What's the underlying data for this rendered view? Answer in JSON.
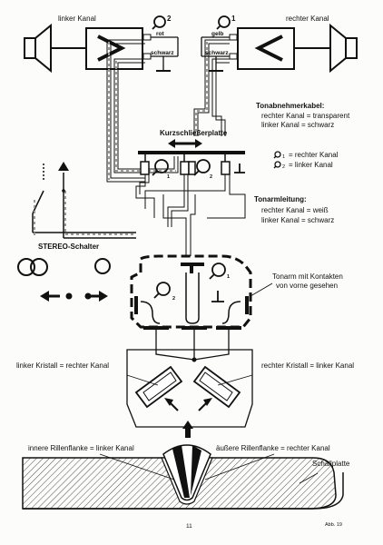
{
  "speakers": {
    "left_channel": "linker Kanal",
    "right_channel": "rechter Kanal",
    "left_num": "2",
    "right_num": "1",
    "rot": "rot",
    "gelb": "gelb",
    "schwarz_left": "schwarz",
    "schwarz_right": "schwarz"
  },
  "kurzschluss": {
    "title": "Kurzschließerplatte",
    "num1": "1",
    "num2": "2"
  },
  "cable": {
    "title": "Tonabnehmerkabel:",
    "line1": "rechter Kanal = transparent",
    "line2": "linker Kanal = schwarz"
  },
  "legend": {
    "line1": "= rechter Kanal",
    "line2": "= linker Kanal",
    "n1": "1",
    "n2": "2"
  },
  "arm": {
    "title": "Tonarmleitung:",
    "line1": "rechter Kanal = weiß",
    "line2": "linker Kanal = schwarz"
  },
  "stereo": {
    "title": "STEREO-Schalter"
  },
  "tonarm": {
    "line1": "Tonarm mit Kontakten",
    "line2": "von vorne gesehen",
    "num1": "1",
    "num2": "2"
  },
  "crystals": {
    "left": "linker Kristall = rechter Kanal",
    "right": "rechter Kristall = linker Kanal"
  },
  "groove": {
    "inner": "innere Rillenflanke = linker Kanal",
    "outer": "äußere Rillenflanke = rechter Kanal",
    "record": "Schallplatte"
  },
  "footer": {
    "page_number": "11",
    "fig": "Abb. 19"
  }
}
